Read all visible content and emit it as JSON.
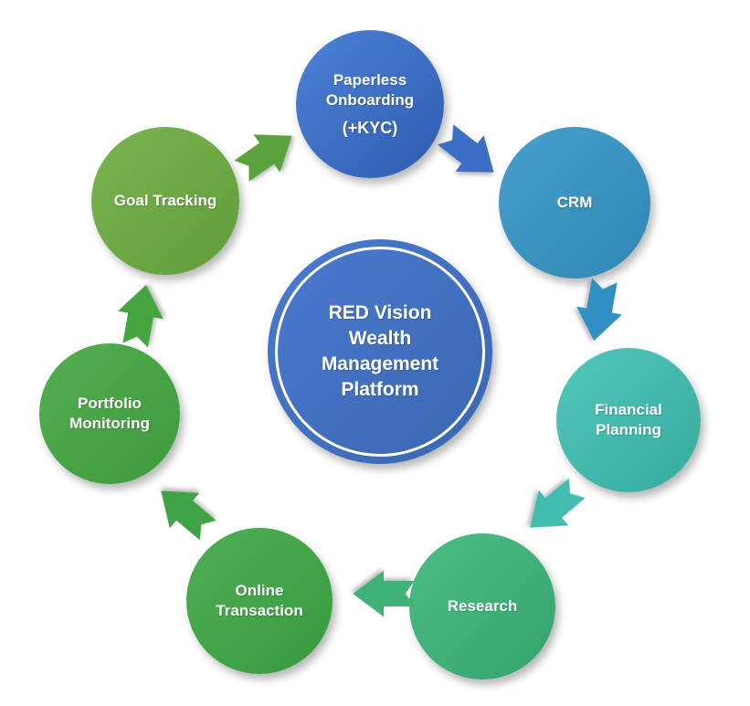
{
  "diagram": {
    "title": "RED Vision Wealth Management Platform",
    "center": {
      "lines": [
        "RED Vision",
        "Wealth",
        "Management",
        "Platform"
      ],
      "fill": "#4573c6",
      "ring_color": "#ffffff",
      "text_color": "#ffffff"
    },
    "nodes": [
      {
        "id": "paperless-onboarding",
        "label": "Paperless Onboarding",
        "sublabel": "(+KYC)",
        "color": "#3d6fc0"
      },
      {
        "id": "crm",
        "label": "CRM",
        "color": "#3b96c1"
      },
      {
        "id": "financial-planning",
        "label": "Financial Planning",
        "color": "#45bcb0"
      },
      {
        "id": "research",
        "label": "Research",
        "color": "#42b179"
      },
      {
        "id": "online-transaction",
        "label": "Online Transaction",
        "color": "#45a54c"
      },
      {
        "id": "portfolio-monitoring",
        "label": "Portfolio Monitoring",
        "color": "#4aa449"
      },
      {
        "id": "goal-tracking",
        "label": "Goal Tracking",
        "color": "#6fad46"
      }
    ],
    "arrows": [
      {
        "from": "goal-tracking",
        "to": "paperless-onboarding",
        "direction": "up-right",
        "color": "#5aa33c"
      },
      {
        "from": "paperless-onboarding",
        "to": "crm",
        "direction": "down-right",
        "color": "#3c6ec5"
      },
      {
        "from": "crm",
        "to": "financial-planning",
        "direction": "down",
        "color": "#3090c4"
      },
      {
        "from": "financial-planning",
        "to": "research",
        "direction": "down-left",
        "color": "#41bcae"
      },
      {
        "from": "research",
        "to": "online-transaction",
        "direction": "left",
        "color": "#3fb278"
      },
      {
        "from": "online-transaction",
        "to": "portfolio-monitoring",
        "direction": "up-left",
        "color": "#41a348"
      },
      {
        "from": "portfolio-monitoring",
        "to": "goal-tracking",
        "direction": "up",
        "color": "#44a43f"
      }
    ]
  }
}
